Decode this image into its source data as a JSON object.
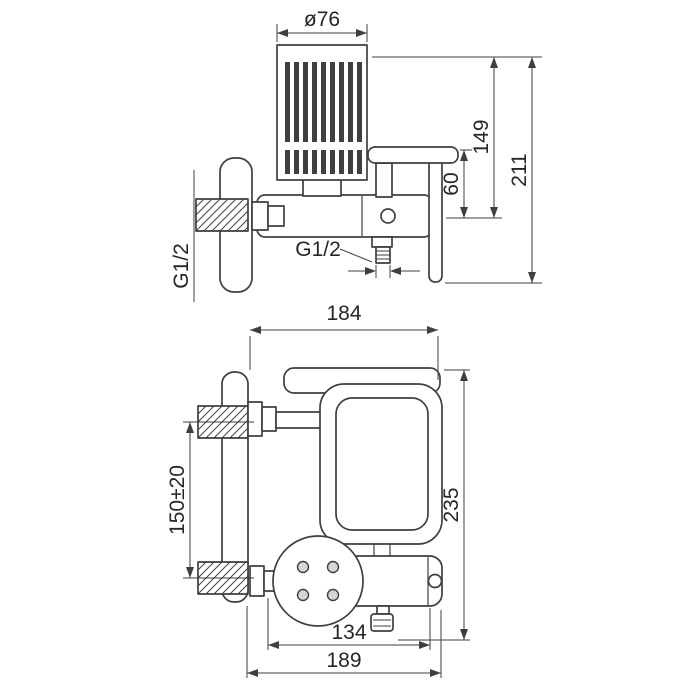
{
  "colors": {
    "line": "#3f3f3f",
    "background": "#ffffff"
  },
  "views": {
    "side": {
      "labels": {
        "diameter": "ø76",
        "height_total": "211",
        "height_to_center": "149",
        "lever_offset": "60",
        "wall_thread": "G1/2",
        "outlet_thread": "G1/2"
      }
    },
    "front": {
      "labels": {
        "width_body": "184",
        "pipe_spacing": "150±20",
        "height_total": "235",
        "width_inner": "134",
        "width_total": "189"
      }
    }
  }
}
